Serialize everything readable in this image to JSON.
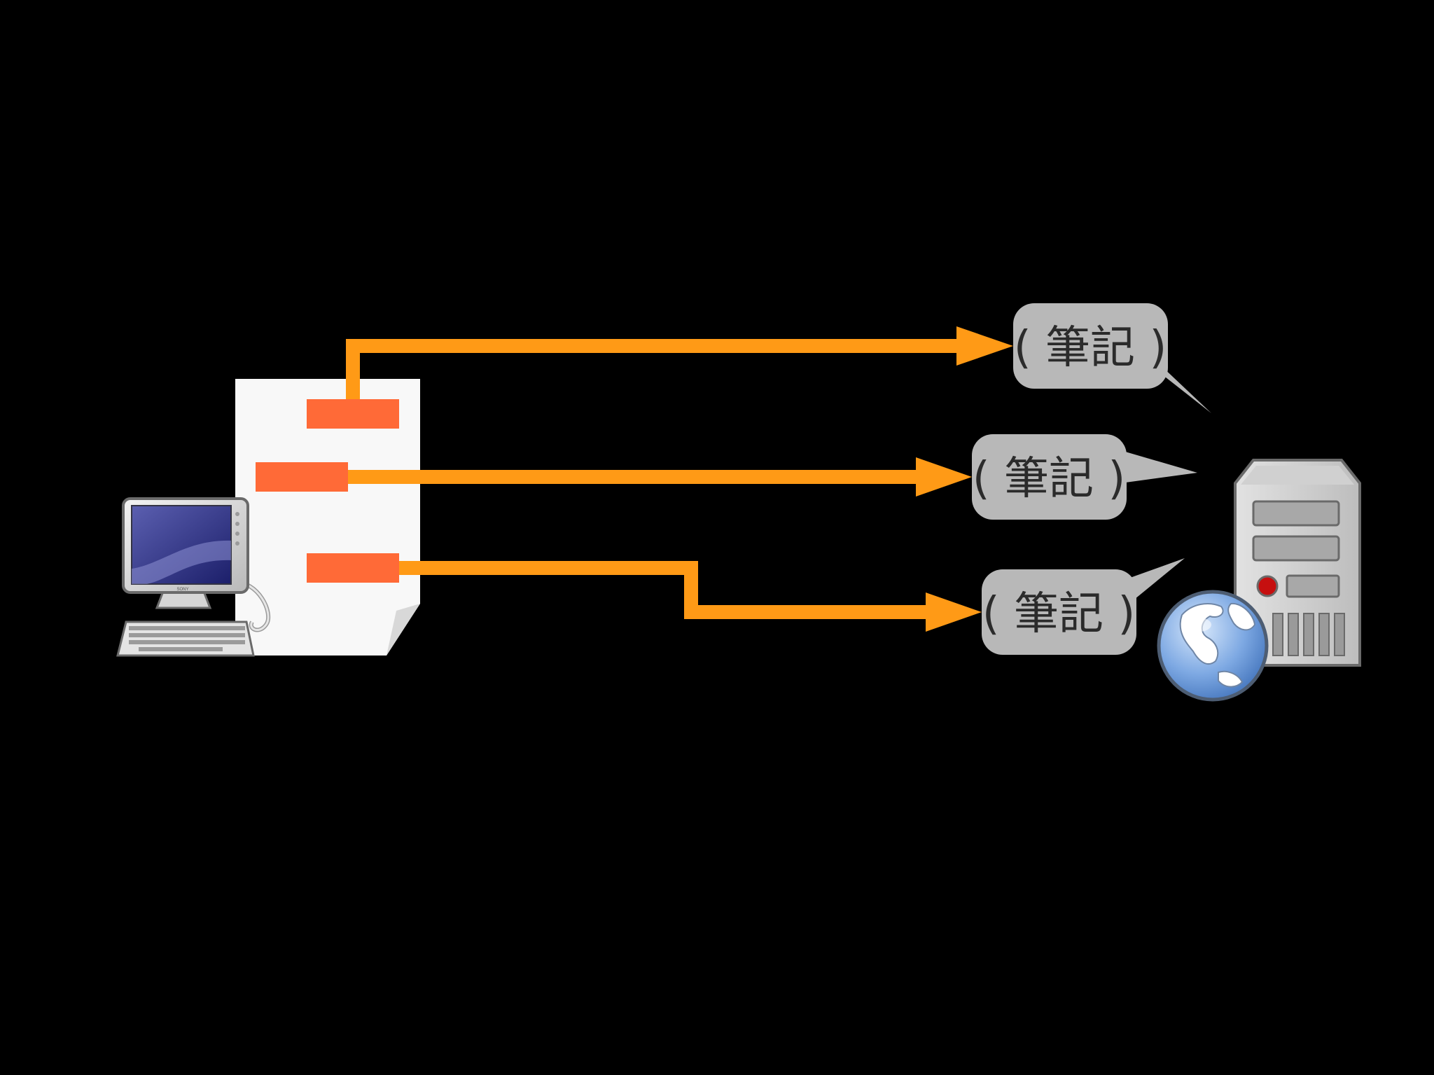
{
  "colors": {
    "background": "#000000",
    "arrow": "#ff9a16",
    "marker": "#ff6a37",
    "document": "#f8f8f8",
    "bubble": "#b8b8b8",
    "bubble_text": "#2b2b2b"
  },
  "notes": [
    {
      "label": "( 筆記 )"
    },
    {
      "label": "( 筆記 )"
    },
    {
      "label": "( 筆記 )"
    }
  ],
  "computer": {
    "icon": "desktop-computer-icon",
    "brand": "SONY"
  },
  "document": {
    "icon": "document-icon"
  },
  "server": {
    "icon": "web-server-icon"
  },
  "globe": {
    "icon": "globe-icon"
  }
}
